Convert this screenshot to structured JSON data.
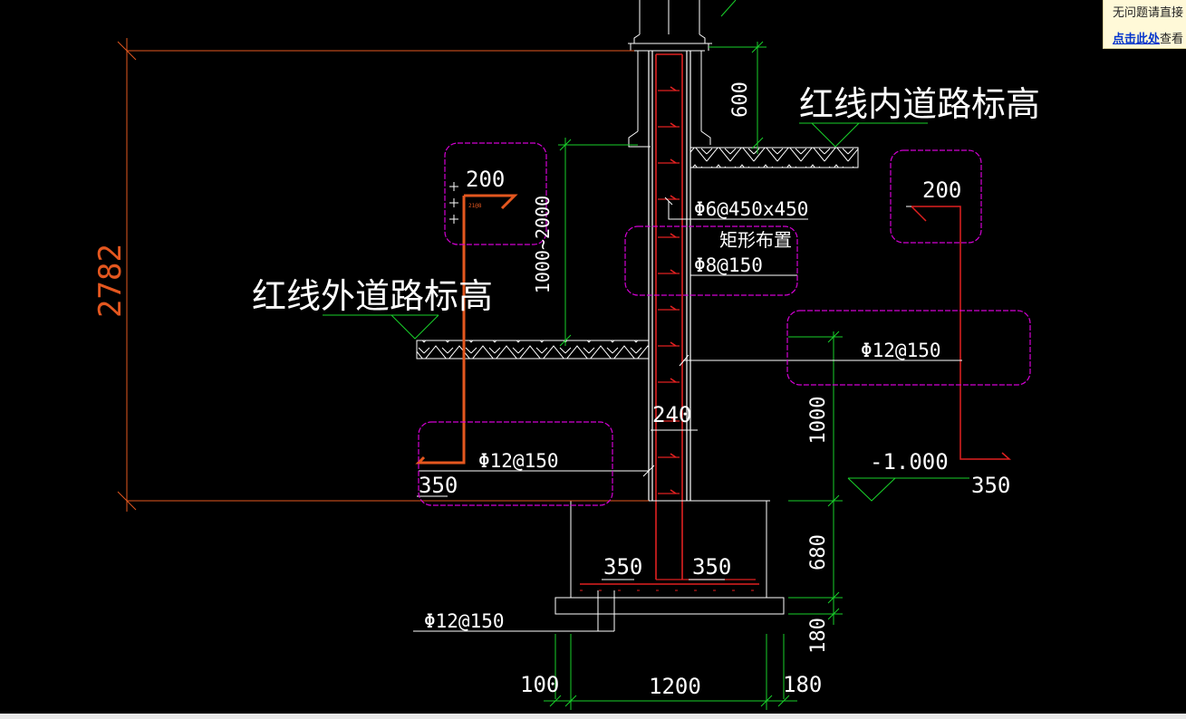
{
  "drawing": {
    "overall_height": "2782",
    "label_road_inside": "红线内道路标高",
    "label_road_outside": "红线外道路标高",
    "dim_600_top": "600",
    "dim_200_left": "200",
    "dim_200_right": "200",
    "dim_1000_2000": "1000~2000",
    "rebar_phi6": "Φ6@450x450",
    "rebar_phi6_note": "矩形布置",
    "rebar_phi8": "Φ8@150",
    "rebar_phi12_right": "Φ12@150",
    "dim_240": "240",
    "rebar_phi12_left": "Φ12@150",
    "dim_350_left": "350",
    "dim_1000_right": "1000",
    "elev_minus1000": "-1.000",
    "dim_350_right": "350",
    "dim_680": "680",
    "dim_350_inner_left": "350",
    "dim_350_inner_right": "350",
    "rebar_phi12_bottom": "Φ12@150",
    "dim_180_vert": "180",
    "dim_100": "100",
    "dim_1200": "1200",
    "dim_180_horiz": "180"
  },
  "tooltip": {
    "line1": "无问题请直接",
    "link": "点击此处",
    "line2_suffix": "查看"
  },
  "colors": {
    "background": "#000000",
    "orange_dim": "#e4571f",
    "green_dim": "#19d12a",
    "magenta_cloud": "#d400d4",
    "red_rebar": "#e02020",
    "white_line": "#ffffff"
  }
}
